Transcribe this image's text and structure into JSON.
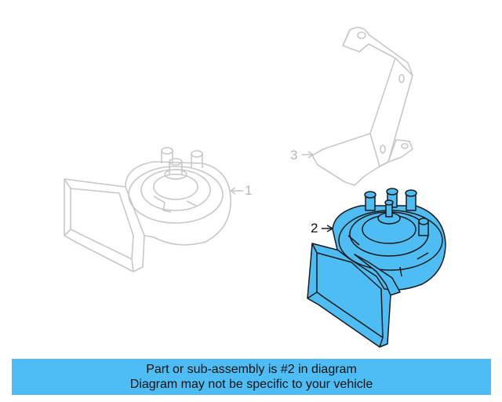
{
  "callouts": {
    "part1": "1",
    "part2": "2",
    "part3": "3"
  },
  "banner": {
    "line1": "Part or sub-assembly is #2 in diagram",
    "line2": "Diagram may not be specific to your vehicle"
  },
  "colors": {
    "highlight_fill": "#4dbdf3",
    "faded_line": "#c8c8c8",
    "active_line": "#1a1a1a"
  }
}
